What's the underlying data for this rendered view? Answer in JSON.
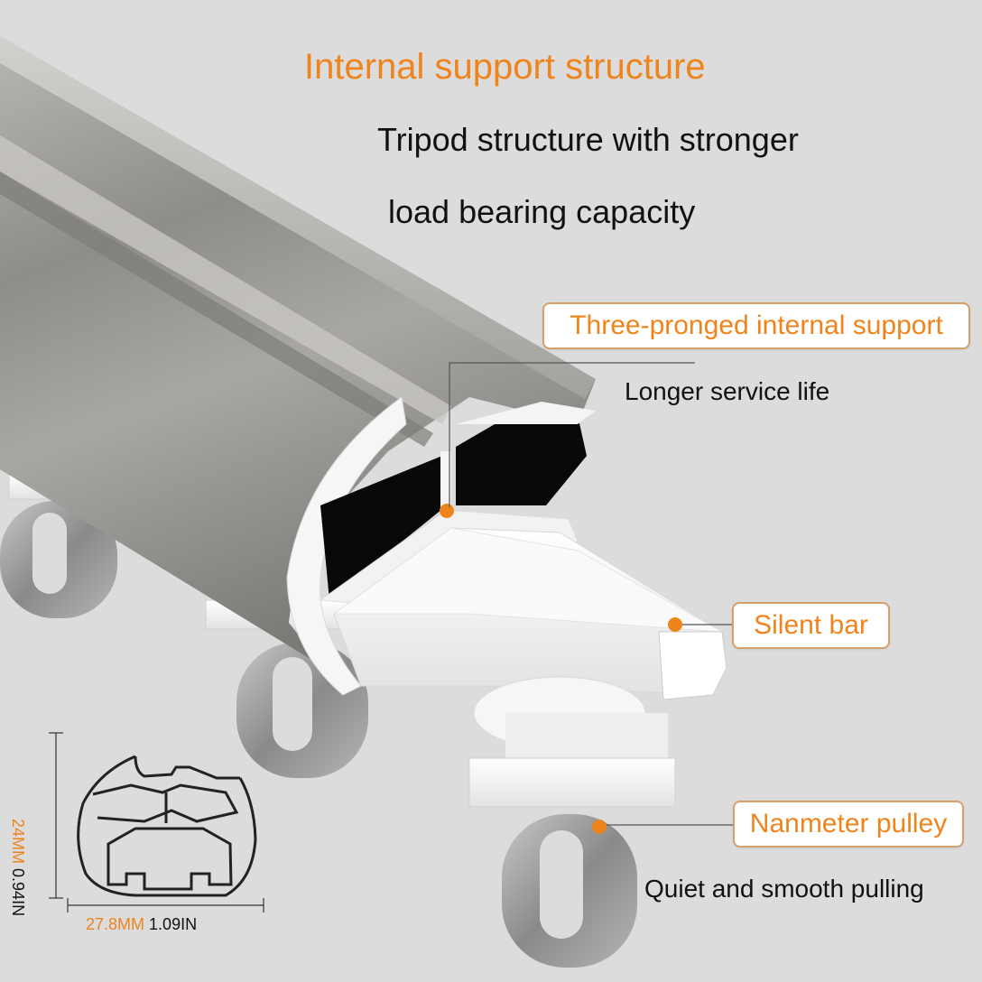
{
  "title": "Internal support structure",
  "subtitle_line1": "Tripod structure with stronger",
  "subtitle_line2": "load bearing capacity",
  "callouts": [
    {
      "label": "Three-pronged internal support",
      "description": "Longer service life"
    },
    {
      "label": "Silent bar",
      "description": ""
    },
    {
      "label": "Nanmeter pulley",
      "description": "Quiet and smooth pulling"
    }
  ],
  "dimensions": {
    "width_mm": "27.8MM",
    "width_in": "1.09IN",
    "height_mm": "24MM",
    "height_in": "0.94IN"
  },
  "colors": {
    "accent": "#f0841c",
    "box_border": "#d6a06a",
    "background": "#dcdcdc",
    "rail_metal": "#9a9894",
    "plastic_white": "#f4f4f4"
  }
}
